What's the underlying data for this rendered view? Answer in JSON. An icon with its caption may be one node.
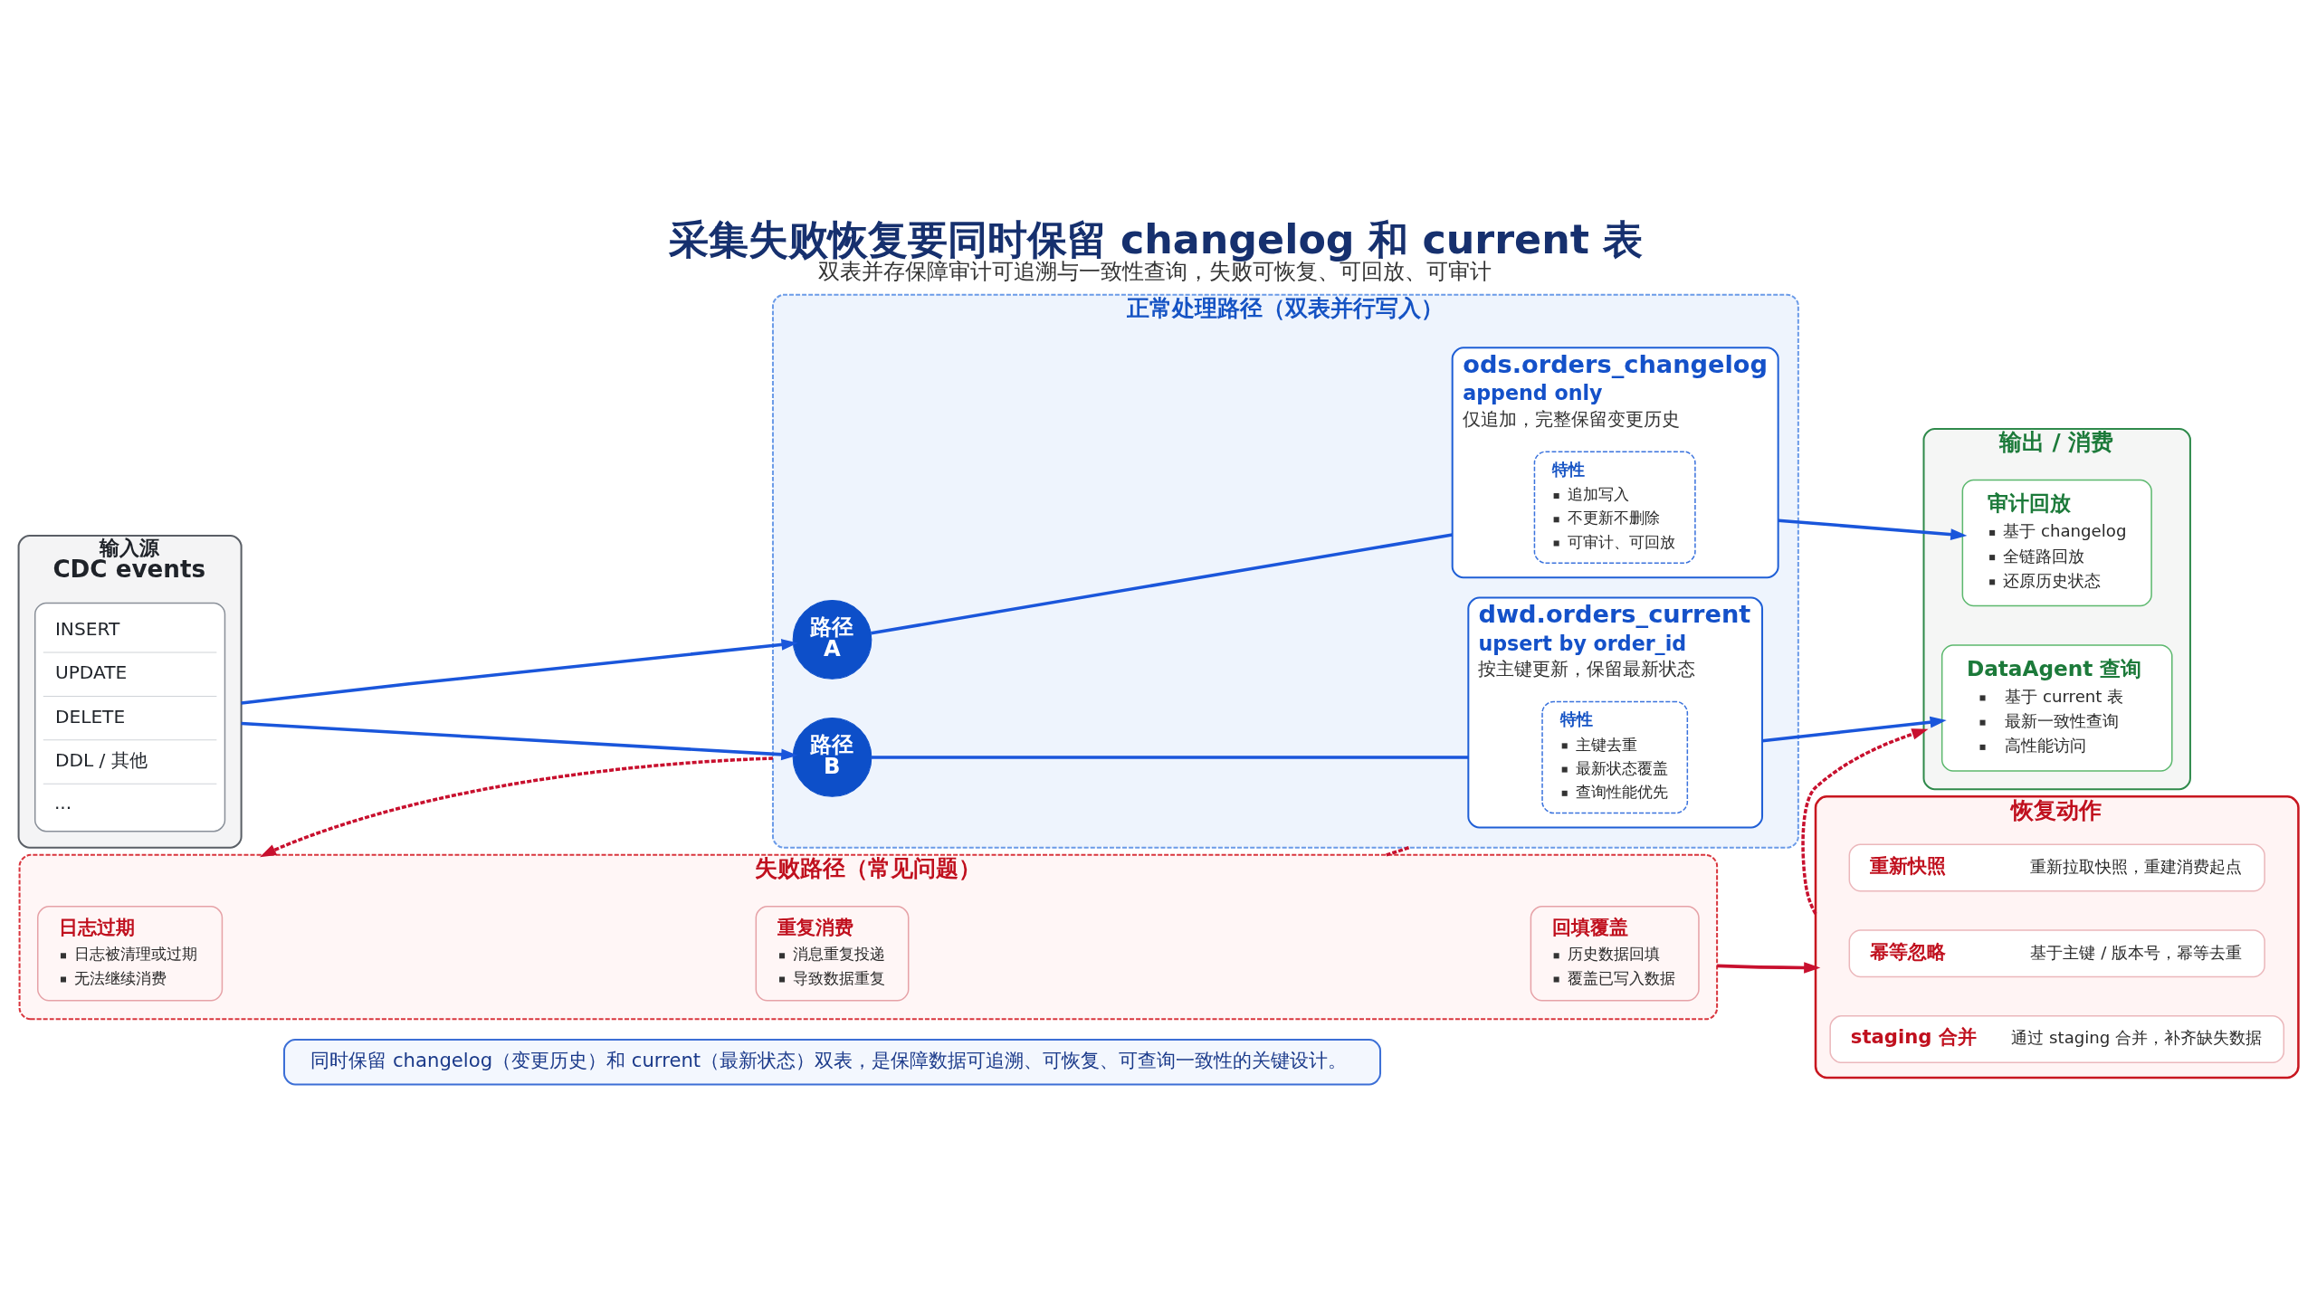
{
  "diagram": {
    "title": "采集失败恢复要同时保留 changelog 和 current 表",
    "caption": "双表并存保障审计可追溯与一致性查询，失败可恢复、可回放、可审计",
    "nodes": [
      {
        "text": [
          "输入源",
          "CDC events"
        ]
      },
      {
        "text": [
          "INSERT",
          "UPDATE",
          "DELETE",
          "DDL / 其他",
          "..."
        ],
        "in": 0
      },
      {
        "text": [
          "正常处理路径（双表并行写入）"
        ]
      },
      {
        "text": [
          "路径 A"
        ],
        "in": 2
      },
      {
        "text": [
          "ods.orders_changelog",
          "append only",
          "仅追加，完整保留变更历史"
        ],
        "in": 2
      },
      {
        "text": [
          "特性",
          "追加写入",
          "不更新不删除",
          "可审计、可回放"
        ],
        "in": 4
      },
      {
        "text": [
          "路径 B"
        ],
        "in": 2
      },
      {
        "text": [
          "dwd.orders_current",
          "upsert by order_id",
          "按主键更新，保留最新状态"
        ],
        "in": 2
      },
      {
        "text": [
          "特性",
          "主键去重",
          "最新状态覆盖",
          "查询性能优先"
        ],
        "in": 7
      },
      {
        "text": [
          "输出 / 消费"
        ]
      },
      {
        "text": [
          "审计回放",
          "基于 changelog",
          "全链路回放",
          "还原历史状态"
        ],
        "in": 9
      },
      {
        "text": [
          "DataAgent 查询",
          "基于 current 表",
          "最新一致性查询",
          "高性能访问"
        ],
        "in": 9
      },
      {
        "text": [
          "失败路径（常见问题）"
        ]
      },
      {
        "text": [
          "日志过期",
          "日志被清理或过期",
          "无法继续消费"
        ],
        "in": 12
      },
      {
        "text": [
          "重复消费",
          "消息重复投递",
          "导致数据重复"
        ],
        "in": 12
      },
      {
        "text": [
          "回填覆盖",
          "历史数据回填",
          "覆盖已写入数据"
        ],
        "in": 12
      },
      {
        "text": [
          "恢复动作"
        ]
      },
      {
        "text": [
          "重新快照",
          "重新拉取快照，重建消费起点"
        ],
        "in": 16
      },
      {
        "text": [
          "幂等忽略",
          "基于主键 / 版本号，幂等去重"
        ],
        "in": 16
      },
      {
        "text": [
          "staging 合并",
          "通过 staging 合并，补齐缺失数据"
        ],
        "in": 16
      },
      {
        "text": [
          "同时保留 changelog（变更历史）和 current（最新状态）双表，是保障数据可追溯、可恢复、可查询一致性的关键设计。"
        ]
      }
    ],
    "edges": [
      {
        "from": 0,
        "to": 3,
        "arrow": "to"
      },
      {
        "from": 0,
        "to": 6,
        "arrow": "to"
      },
      {
        "from": 3,
        "to": 4,
        "arrow": "none"
      },
      {
        "from": 6,
        "to": 7,
        "arrow": "none"
      },
      {
        "from": 4,
        "to": 10,
        "arrow": "to"
      },
      {
        "from": 7,
        "to": 11,
        "arrow": "to"
      },
      {
        "from": 2,
        "to": 12,
        "arrow": "to",
        "style": "dashed",
        "color": "#c8102e"
      },
      {
        "from": 2,
        "to": 12,
        "arrow": "none",
        "style": "dashed",
        "color": "#c8102e"
      },
      {
        "from": 12,
        "to": 16,
        "arrow": "to",
        "color": "#c8102e"
      },
      {
        "from": 16,
        "to": 9,
        "arrow": "to",
        "style": "dashed",
        "color": "#c8102e"
      }
    ]
  }
}
